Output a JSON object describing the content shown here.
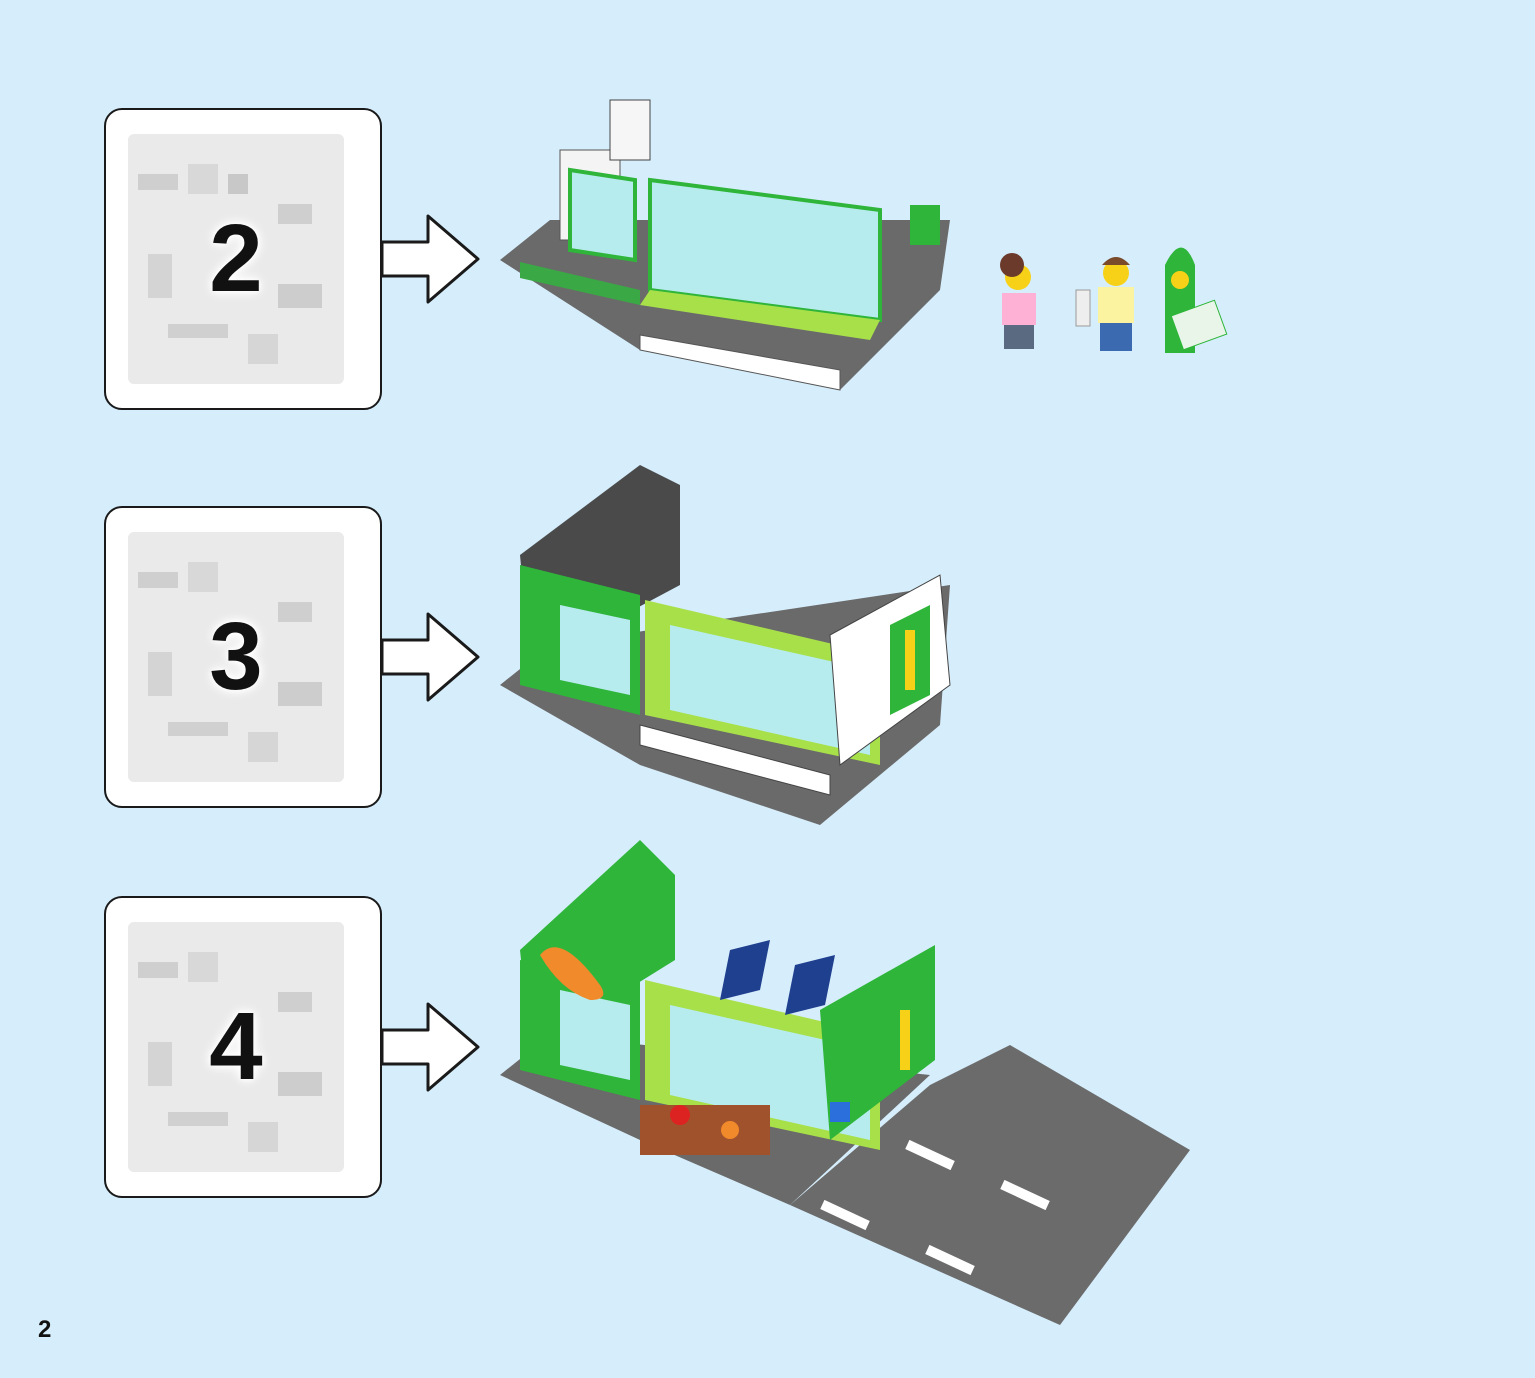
{
  "page": {
    "number": "2",
    "background": "#d6eefc"
  },
  "steps": [
    {
      "bag_number": "2",
      "model": "store-front-base"
    },
    {
      "bag_number": "3",
      "model": "store-walls-roof"
    },
    {
      "bag_number": "4",
      "model": "store-complete-with-road"
    }
  ],
  "minifigures": [
    "girl-minifig",
    "boy-minifig",
    "pea-pod-costume-minifig"
  ],
  "colors": {
    "lego_green": "#2fb53a",
    "lime": "#a8e04a",
    "dark_gray": "#5a5a5a",
    "glass": "#b7ecef",
    "road": "#6b6b6b"
  }
}
